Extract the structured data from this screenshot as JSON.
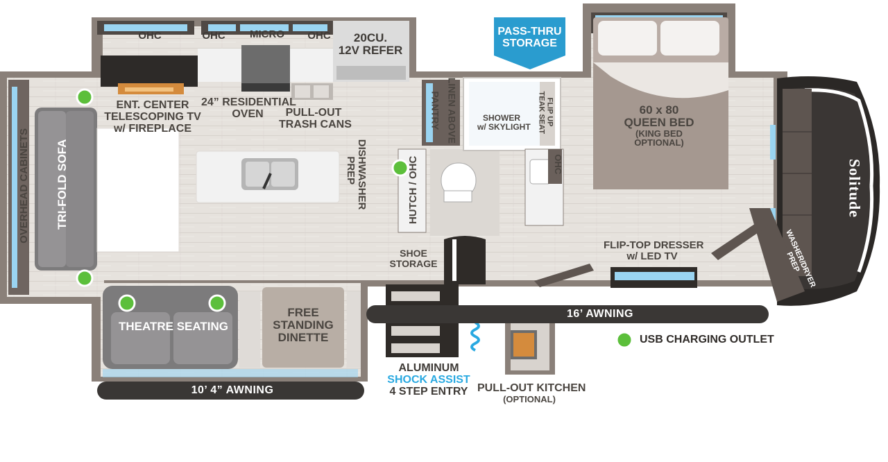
{
  "brand": "Solitude",
  "colors": {
    "wall": "#8a8079",
    "floor": "#e5e1dc",
    "cabinet_glow": "#9ad4f1",
    "usb_dot": "#5cbf3b",
    "callout": "#2a9ccf",
    "awning": "#3a3735"
  },
  "labels": {
    "ohc_left": "OHC",
    "ohc_mid1": "OHC",
    "micro": "MICRO",
    "ohc_mid2": "OHC",
    "refer_line1": "20CU.",
    "refer_line2": "12V REFER",
    "pass_thru_line1": "PASS-THRU",
    "pass_thru_line2": "STORAGE",
    "ent_line1": "ENT. CENTER",
    "ent_line2": "TELESCOPING TV",
    "ent_line3": "w/ FIREPLACE",
    "oven_line1": "24” RESIDENTIAL",
    "oven_line2": "OVEN",
    "trash_line1": "PULL-OUT",
    "trash_line2": "TRASH CANS",
    "pantry": "PANTRY",
    "linen_above": "LINEN ABOVE",
    "shower_line1": "SHOWER",
    "shower_line2": "w/ SKYLIGHT",
    "flip_up_line1": "FLIP UP",
    "flip_up_line2": "TEAK SEAT",
    "bed_line1": "60 x 80",
    "bed_line2": "QUEEN BED",
    "bed_line3": "(KING BED",
    "bed_line4": "OPTIONAL)",
    "overhead_cabinets": "OVERHEAD CABINETS",
    "sofa": "TRI-FOLD SOFA",
    "dishwasher_line1": "DISHWASHER",
    "dishwasher_line2": "PREP",
    "hutch": "HUTCH / OHC",
    "ohc_bath": "OHC",
    "shoe_line1": "SHOE",
    "shoe_line2": "STORAGE",
    "dresser_line1": "FLIP-TOP DRESSER",
    "dresser_line2": "w/ LED TV",
    "washer_line1": "WASHER/DRYER",
    "washer_line2": "PREP",
    "theatre": "THEATRE SEATING",
    "dinette_line1": "FREE",
    "dinette_line2": "STANDING",
    "dinette_line3": "DINETTE",
    "awning_16": "16’ AWNING",
    "awning_10": "10’ 4” AWNING",
    "usb_legend": "USB CHARGING OUTLET",
    "entry_line1": "ALUMINUM",
    "entry_line2": "SHOCK ASSIST",
    "entry_line3": "4 STEP ENTRY",
    "outdoor_kitchen_line1": "PULL-OUT KITCHEN",
    "outdoor_kitchen_line2": "(OPTIONAL)"
  }
}
